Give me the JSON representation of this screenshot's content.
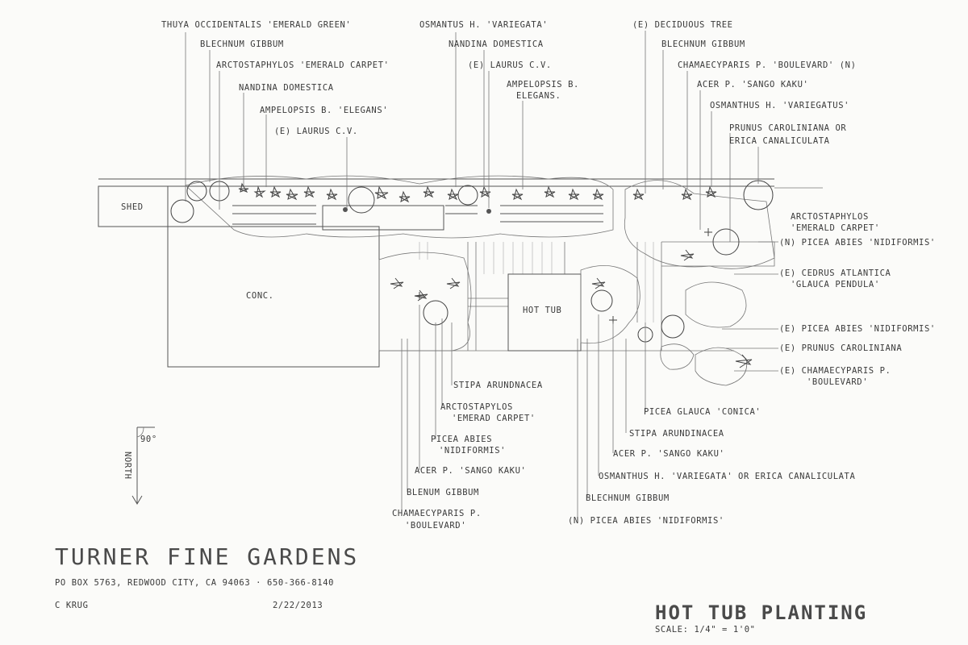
{
  "labels_top": [
    "THUYA OCCIDENTALIS 'EMERALD GREEN'",
    "BLECHNUM GIBBUM",
    "ARCTOSTAPHYLOS 'EMERALD CARPET'",
    "NANDINA DOMESTICA",
    "AMPELOPSIS B. 'ELEGANS'",
    "(E) LAURUS C.V.",
    "OSMANTUS H. 'VARIEGATA'",
    "NANDINA DOMESTICA",
    "(E) LAURUS C.V.",
    "AMPELOPSIS B.",
    "ELEGANS.",
    "(E) DECIDUOUS TREE",
    "BLECHNUM GIBBUM",
    "CHAMAECYPARIS P. 'BOULEVARD' (N)",
    "ACER P. 'SANGO KAKU'",
    "OSMANTHUS H. 'VARIEGATUS'",
    "PRUNUS CAROLINIANA  OR",
    "ERICA CANALICULATA"
  ],
  "labels_right": [
    "ARCTOSTAPHYLOS",
    "'EMERALD CARPET'",
    "(N) PICEA ABIES 'NIDIFORMIS'",
    "(E) CEDRUS ATLANTICA",
    "'GLAUCA PENDULA'",
    "(E) PICEA ABIES 'NIDIFORMIS'",
    "(E) PRUNUS CAROLINIANA",
    "(E) CHAMAECYPARIS  P.",
    "'BOULEVARD'"
  ],
  "labels_bottom": [
    "STIPA ARUNDNACEA",
    "ARCTOSTAPYLOS",
    "'EMERAD CARPET'",
    "PICEA ABIES",
    "'NIDIFORMIS'",
    "ACER P. 'SANGO KAKU'",
    "BLENUM GIBBUM",
    "CHAMAECYPARIS P.",
    "'BOULEVARD'",
    "PICEA GLAUCA 'CONICA'",
    "STIPA ARUNDINACEA",
    "ACER P. 'SANGO KAKU'",
    "OSMANTHUS H. 'VARIEGATA'  OR ERICA CANALICULATA",
    "BLECHNUM GIBBUM",
    "(N) PICEA ABIES 'NIDIFORMIS'"
  ],
  "areas": {
    "shed": "SHED",
    "conc": "CONC.",
    "hot_tub": "HOT TUB"
  },
  "north": {
    "label": "NORTH",
    "angle": "90°"
  },
  "title_block": {
    "company": "TURNER FINE GARDENS",
    "address": "PO BOX 5763, REDWOOD CITY, CA 94063 · 650-366-8140",
    "designer": "C KRUG",
    "date": "2/22/2013",
    "title": "HOT TUB PLANTING",
    "scale": "SCALE: 1/4\" = 1'0\""
  }
}
